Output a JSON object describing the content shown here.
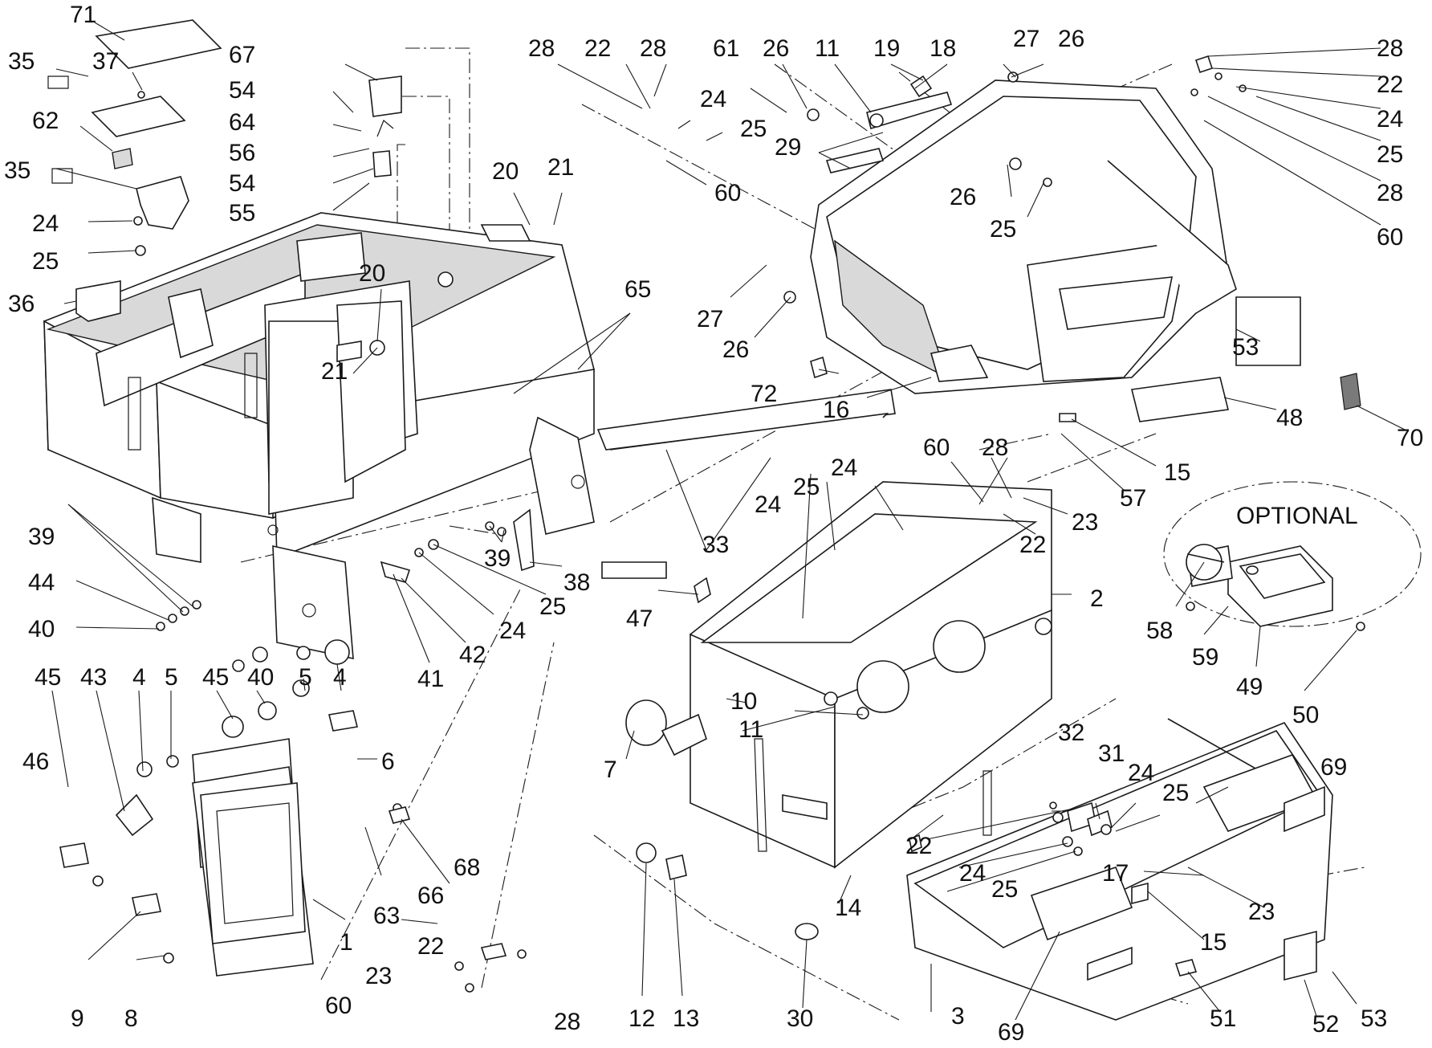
{
  "diagram": {
    "optional_label": "OPTIONAL",
    "callouts": [
      {
        "id": "c71a",
        "text": "71"
      },
      {
        "id": "c35a",
        "text": "35"
      },
      {
        "id": "c37",
        "text": "37"
      },
      {
        "id": "c62",
        "text": "62"
      },
      {
        "id": "c35b",
        "text": "35"
      },
      {
        "id": "c24a",
        "text": "24"
      },
      {
        "id": "c25a",
        "text": "25"
      },
      {
        "id": "c36",
        "text": "36"
      },
      {
        "id": "c67",
        "text": "67"
      },
      {
        "id": "c54a",
        "text": "54"
      },
      {
        "id": "c64",
        "text": "64"
      },
      {
        "id": "c56",
        "text": "56"
      },
      {
        "id": "c54b",
        "text": "54"
      },
      {
        "id": "c55",
        "text": "55"
      },
      {
        "id": "c28a",
        "text": "28"
      },
      {
        "id": "c22a",
        "text": "22"
      },
      {
        "id": "c28b",
        "text": "28"
      },
      {
        "id": "c24b",
        "text": "24"
      },
      {
        "id": "c25b",
        "text": "25"
      },
      {
        "id": "c60a",
        "text": "60"
      },
      {
        "id": "c20a",
        "text": "20"
      },
      {
        "id": "c21a",
        "text": "21"
      },
      {
        "id": "c20b",
        "text": "20"
      },
      {
        "id": "c21b",
        "text": "21"
      },
      {
        "id": "c65",
        "text": "65"
      },
      {
        "id": "c61",
        "text": "61"
      },
      {
        "id": "c26a",
        "text": "26"
      },
      {
        "id": "c11a",
        "text": "11"
      },
      {
        "id": "c19",
        "text": "19"
      },
      {
        "id": "c18",
        "text": "18"
      },
      {
        "id": "c27a",
        "text": "27"
      },
      {
        "id": "c26b",
        "text": "26"
      },
      {
        "id": "c29",
        "text": "29"
      },
      {
        "id": "c26c",
        "text": "26"
      },
      {
        "id": "c25c",
        "text": "25"
      },
      {
        "id": "c27b",
        "text": "27"
      },
      {
        "id": "c26d",
        "text": "26"
      },
      {
        "id": "c72",
        "text": "72"
      },
      {
        "id": "c16",
        "text": "16"
      },
      {
        "id": "c28c",
        "text": "28"
      },
      {
        "id": "c22b",
        "text": "22"
      },
      {
        "id": "c24c",
        "text": "24"
      },
      {
        "id": "c25d",
        "text": "25"
      },
      {
        "id": "c28d",
        "text": "28"
      },
      {
        "id": "c60b",
        "text": "60"
      },
      {
        "id": "c53a",
        "text": "53"
      },
      {
        "id": "c48",
        "text": "48"
      },
      {
        "id": "c70",
        "text": "70"
      },
      {
        "id": "c15a",
        "text": "15"
      },
      {
        "id": "c57",
        "text": "57"
      },
      {
        "id": "c60c",
        "text": "60"
      },
      {
        "id": "c28e",
        "text": "28"
      },
      {
        "id": "c23a",
        "text": "23"
      },
      {
        "id": "c22c",
        "text": "22"
      },
      {
        "id": "c24d",
        "text": "24"
      },
      {
        "id": "c25e",
        "text": "25"
      },
      {
        "id": "c24e",
        "text": "24"
      },
      {
        "id": "c33",
        "text": "33"
      },
      {
        "id": "c47",
        "text": "47"
      },
      {
        "id": "c2",
        "text": "2"
      },
      {
        "id": "c39a",
        "text": "39"
      },
      {
        "id": "c44",
        "text": "44"
      },
      {
        "id": "c40a",
        "text": "40"
      },
      {
        "id": "c39b",
        "text": "39"
      },
      {
        "id": "c38",
        "text": "38"
      },
      {
        "id": "c25f",
        "text": "25"
      },
      {
        "id": "c24f",
        "text": "24"
      },
      {
        "id": "c42",
        "text": "42"
      },
      {
        "id": "c41",
        "text": "41"
      },
      {
        "id": "c58",
        "text": "58"
      },
      {
        "id": "c59",
        "text": "59"
      },
      {
        "id": "c49",
        "text": "49"
      },
      {
        "id": "c50",
        "text": "50"
      },
      {
        "id": "c45a",
        "text": "45"
      },
      {
        "id": "c43",
        "text": "43"
      },
      {
        "id": "c4a",
        "text": "4"
      },
      {
        "id": "c5a",
        "text": "5"
      },
      {
        "id": "c45b",
        "text": "45"
      },
      {
        "id": "c40b",
        "text": "40"
      },
      {
        "id": "c5b",
        "text": "5"
      },
      {
        "id": "c4b",
        "text": "4"
      },
      {
        "id": "c46",
        "text": "46"
      },
      {
        "id": "c6",
        "text": "6"
      },
      {
        "id": "c10",
        "text": "10"
      },
      {
        "id": "c11b",
        "text": "11"
      },
      {
        "id": "c7",
        "text": "7"
      },
      {
        "id": "c32",
        "text": "32"
      },
      {
        "id": "c31",
        "text": "31"
      },
      {
        "id": "c24g",
        "text": "24"
      },
      {
        "id": "c25g",
        "text": "25"
      },
      {
        "id": "c69a",
        "text": "69"
      },
      {
        "id": "c66",
        "text": "66"
      },
      {
        "id": "c68",
        "text": "68"
      },
      {
        "id": "c63",
        "text": "63"
      },
      {
        "id": "c1",
        "text": "1"
      },
      {
        "id": "c9",
        "text": "9"
      },
      {
        "id": "c8",
        "text": "8"
      },
      {
        "id": "c22d",
        "text": "22"
      },
      {
        "id": "c23b",
        "text": "23"
      },
      {
        "id": "c60d",
        "text": "60"
      },
      {
        "id": "c28f",
        "text": "28"
      },
      {
        "id": "c12",
        "text": "12"
      },
      {
        "id": "c13",
        "text": "13"
      },
      {
        "id": "c30",
        "text": "30"
      },
      {
        "id": "c14",
        "text": "14"
      },
      {
        "id": "c22e",
        "text": "22"
      },
      {
        "id": "c24h",
        "text": "24"
      },
      {
        "id": "c25h",
        "text": "25"
      },
      {
        "id": "c17",
        "text": "17"
      },
      {
        "id": "c23c",
        "text": "23"
      },
      {
        "id": "c15b",
        "text": "15"
      },
      {
        "id": "c3",
        "text": "3"
      },
      {
        "id": "c69b",
        "text": "69"
      },
      {
        "id": "c51",
        "text": "51"
      },
      {
        "id": "c52",
        "text": "52"
      },
      {
        "id": "c53b",
        "text": "53"
      }
    ]
  }
}
